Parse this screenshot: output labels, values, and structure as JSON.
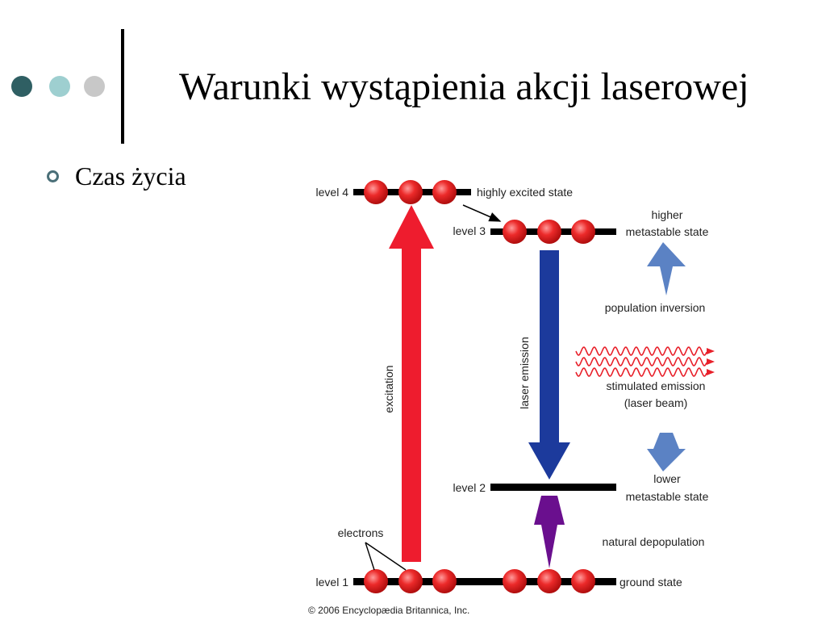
{
  "slide": {
    "title": "Warunki wystąpienia akcji laserowej",
    "bullets": [
      "Czas życia"
    ]
  },
  "decor": {
    "dot_colors": [
      "#2f5f63",
      "#9ecfd0",
      "#c8c8c8"
    ],
    "accent": "#4a6f78"
  },
  "diagram": {
    "levels": {
      "level4": "level 4",
      "level3": "level 3",
      "level2": "level 2",
      "level1": "level 1"
    },
    "states": {
      "highly_excited": "highly excited state",
      "higher_1": "higher",
      "higher_2": "metastable state",
      "lower_1": "lower",
      "lower_2": "metastable state",
      "ground": "ground state"
    },
    "labels": {
      "population_inversion": "population inversion",
      "stimulated_1": "stimulated emission",
      "stimulated_2": "(laser beam)",
      "natural_depopulation": "natural depopulation",
      "electrons": "electrons",
      "excitation": "excitation",
      "laser_emission": "laser emission"
    },
    "credit": "© 2006 Encyclopædia Britannica, Inc.",
    "colors": {
      "excitation": "#ee1c2e",
      "laser_emission": "#1c3a9c",
      "depopulation": "#6a0f8e",
      "inversion": "#5b82c4",
      "wave": "#e8202a",
      "electron": "#e8202a"
    }
  }
}
